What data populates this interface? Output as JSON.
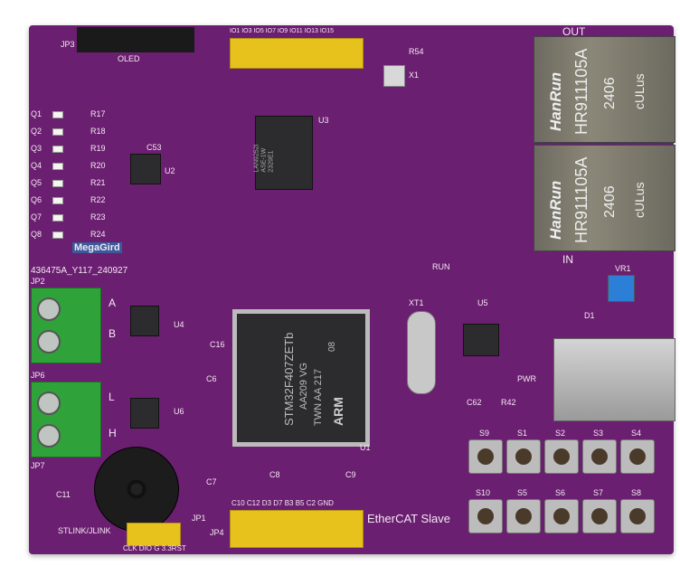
{
  "board": {
    "title": "EtherCAT Slave",
    "brand": "MegaGird",
    "revision": "436475A_Y117_240927",
    "colors": {
      "pcb": "#6b1f70",
      "header": "#e8c21c",
      "terminal": "#2fa23a"
    }
  },
  "mcu": {
    "line1": "STM32F407ZETb",
    "line2": "AA209 VG",
    "line3": "TWN AA 217",
    "line4": "08",
    "brand": "ARM",
    "ref": "U1"
  },
  "u3": {
    "line1": "LAN9252I",
    "line2": "ASE-1W",
    "line3": "2329E1",
    "ref": "U3"
  },
  "rj45": [
    {
      "brand": "HanRun",
      "model": "HR911105A",
      "date": "2406",
      "cert": "cULus"
    },
    {
      "brand": "HanRun",
      "model": "HR911105A",
      "date": "2406",
      "cert": "cULus"
    }
  ],
  "connectors": {
    "oled": "OLED",
    "out": "OUT",
    "in": "IN",
    "jp2": "JP2",
    "jp6": "JP6",
    "jp7": "JP7",
    "jp1": "JP1",
    "jp3": "JP3",
    "jp4": "JP4",
    "stlink": "STLINK/JLINK",
    "swd": "CLK DIO G 3.3RST",
    "top_pins": "IO1 IO3 IO5 IO7 IO9 IO11 IO13 IO15",
    "bottom_pins": "C10 C12 D3 D7 B3 B5 C2 GND"
  },
  "terminal_labels": [
    "A",
    "B",
    "L",
    "H"
  ],
  "leds": [
    "Q1",
    "Q2",
    "Q3",
    "Q4",
    "Q5",
    "Q6",
    "Q7",
    "Q8"
  ],
  "resistors": [
    "R17",
    "R18",
    "R19",
    "R20",
    "R21",
    "R22",
    "R23",
    "R24"
  ],
  "buttons": [
    "S9",
    "S1",
    "S2",
    "S3",
    "S4",
    "S10",
    "S5",
    "S6",
    "S7",
    "S8"
  ],
  "misc_labels": [
    "RUN",
    "PWR",
    "X1",
    "XT1",
    "U2",
    "U4",
    "U5",
    "U6",
    "D1",
    "VR1",
    "R54",
    "C53",
    "C16",
    "C6",
    "C7",
    "C8",
    "C9",
    "C11",
    "R42",
    "C62"
  ]
}
